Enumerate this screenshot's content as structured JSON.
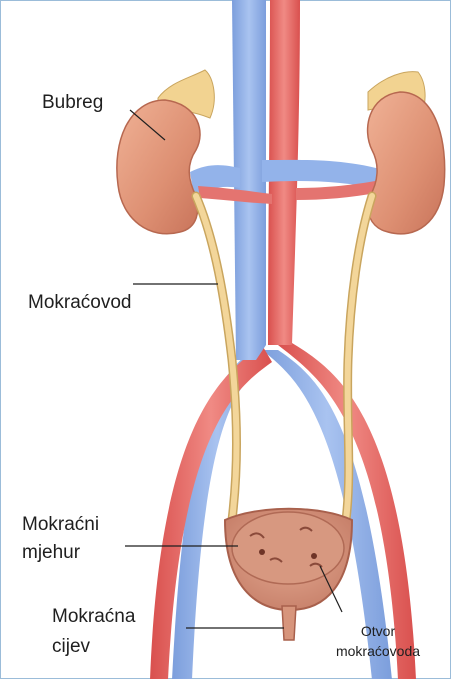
{
  "labels": {
    "kidney": "Bubreg",
    "ureter": "Mokraćovod",
    "bladder_line1": "Mokraćni",
    "bladder_line2": "mjehur",
    "urethra_line1": "Mokraćna",
    "urethra_line2": "cijev",
    "orifice_line1": "Otvor",
    "orifice_line2": "mokraćovoda"
  },
  "colors": {
    "kidney": "#e0987a",
    "kidney_shadow": "#c46e55",
    "vein": "#8fb0e6",
    "artery": "#e06a66",
    "ureter": "#f3d69a",
    "adrenal": "#f2d391",
    "bladder": "#d99a82",
    "frame": "#9bbcd9"
  }
}
